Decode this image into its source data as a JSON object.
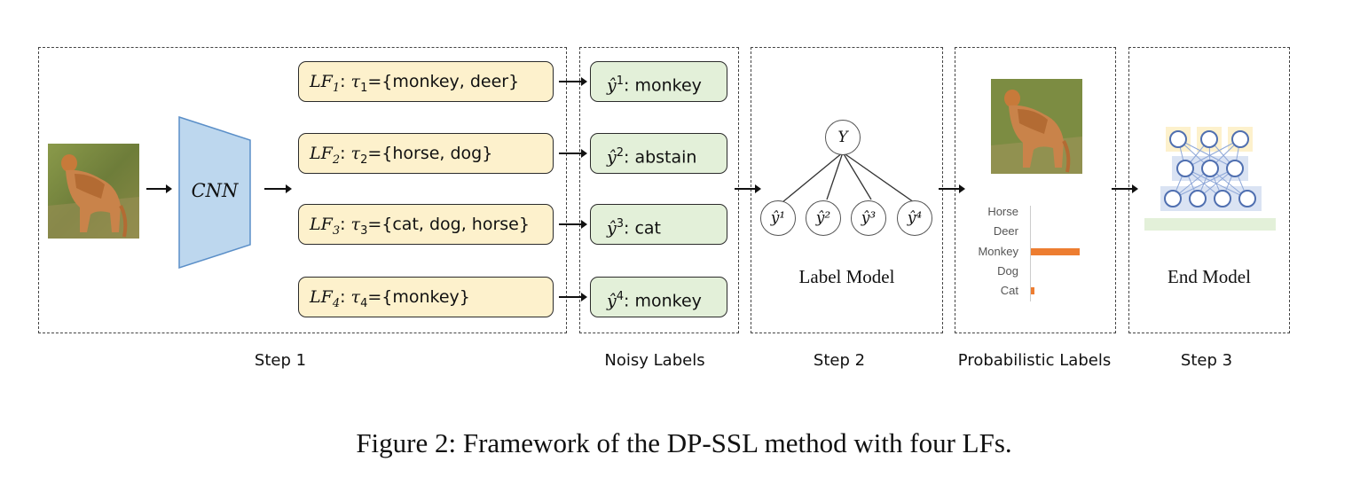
{
  "step1": {
    "lfs": [
      {
        "fn": "LF",
        "idx": "1",
        "tau": "τ",
        "set": "={monkey,  deer}"
      },
      {
        "fn": "LF",
        "idx": "2",
        "tau": "τ",
        "set": "={horse,  dog}"
      },
      {
        "fn": "LF",
        "idx": "3",
        "tau": "τ",
        "set": "={cat,  dog, horse}"
      },
      {
        "fn": "LF",
        "idx": "4",
        "tau": "τ",
        "set": "={monkey}"
      }
    ],
    "cnn_label": "CNN",
    "label": "Step 1"
  },
  "noisy": {
    "items": [
      {
        "sym": "ŷ",
        "sup": "1",
        "value": ": monkey"
      },
      {
        "sym": "ŷ",
        "sup": "2",
        "value": ": abstain"
      },
      {
        "sym": "ŷ",
        "sup": "3",
        "value": ": cat"
      },
      {
        "sym": "ŷ",
        "sup": "4",
        "value": ": monkey"
      }
    ],
    "label": "Noisy Labels"
  },
  "step2": {
    "root": "Y",
    "leaves": [
      "ŷ¹",
      "ŷ²",
      "ŷ³",
      "ŷ⁴"
    ],
    "model_label": "Label Model",
    "label": "Step 2"
  },
  "prob": {
    "classes": [
      "Horse",
      "Deer",
      "Monkey",
      "Dog",
      "Cat"
    ],
    "values": [
      0,
      0,
      0.92,
      0,
      0.07
    ],
    "bar_color": "#ed7d31",
    "label": "Probabilistic Labels"
  },
  "step3": {
    "model_label": "End Model",
    "label": "Step 3"
  },
  "caption": "Figure 2: Framework of the DP-SSL method with four LFs."
}
